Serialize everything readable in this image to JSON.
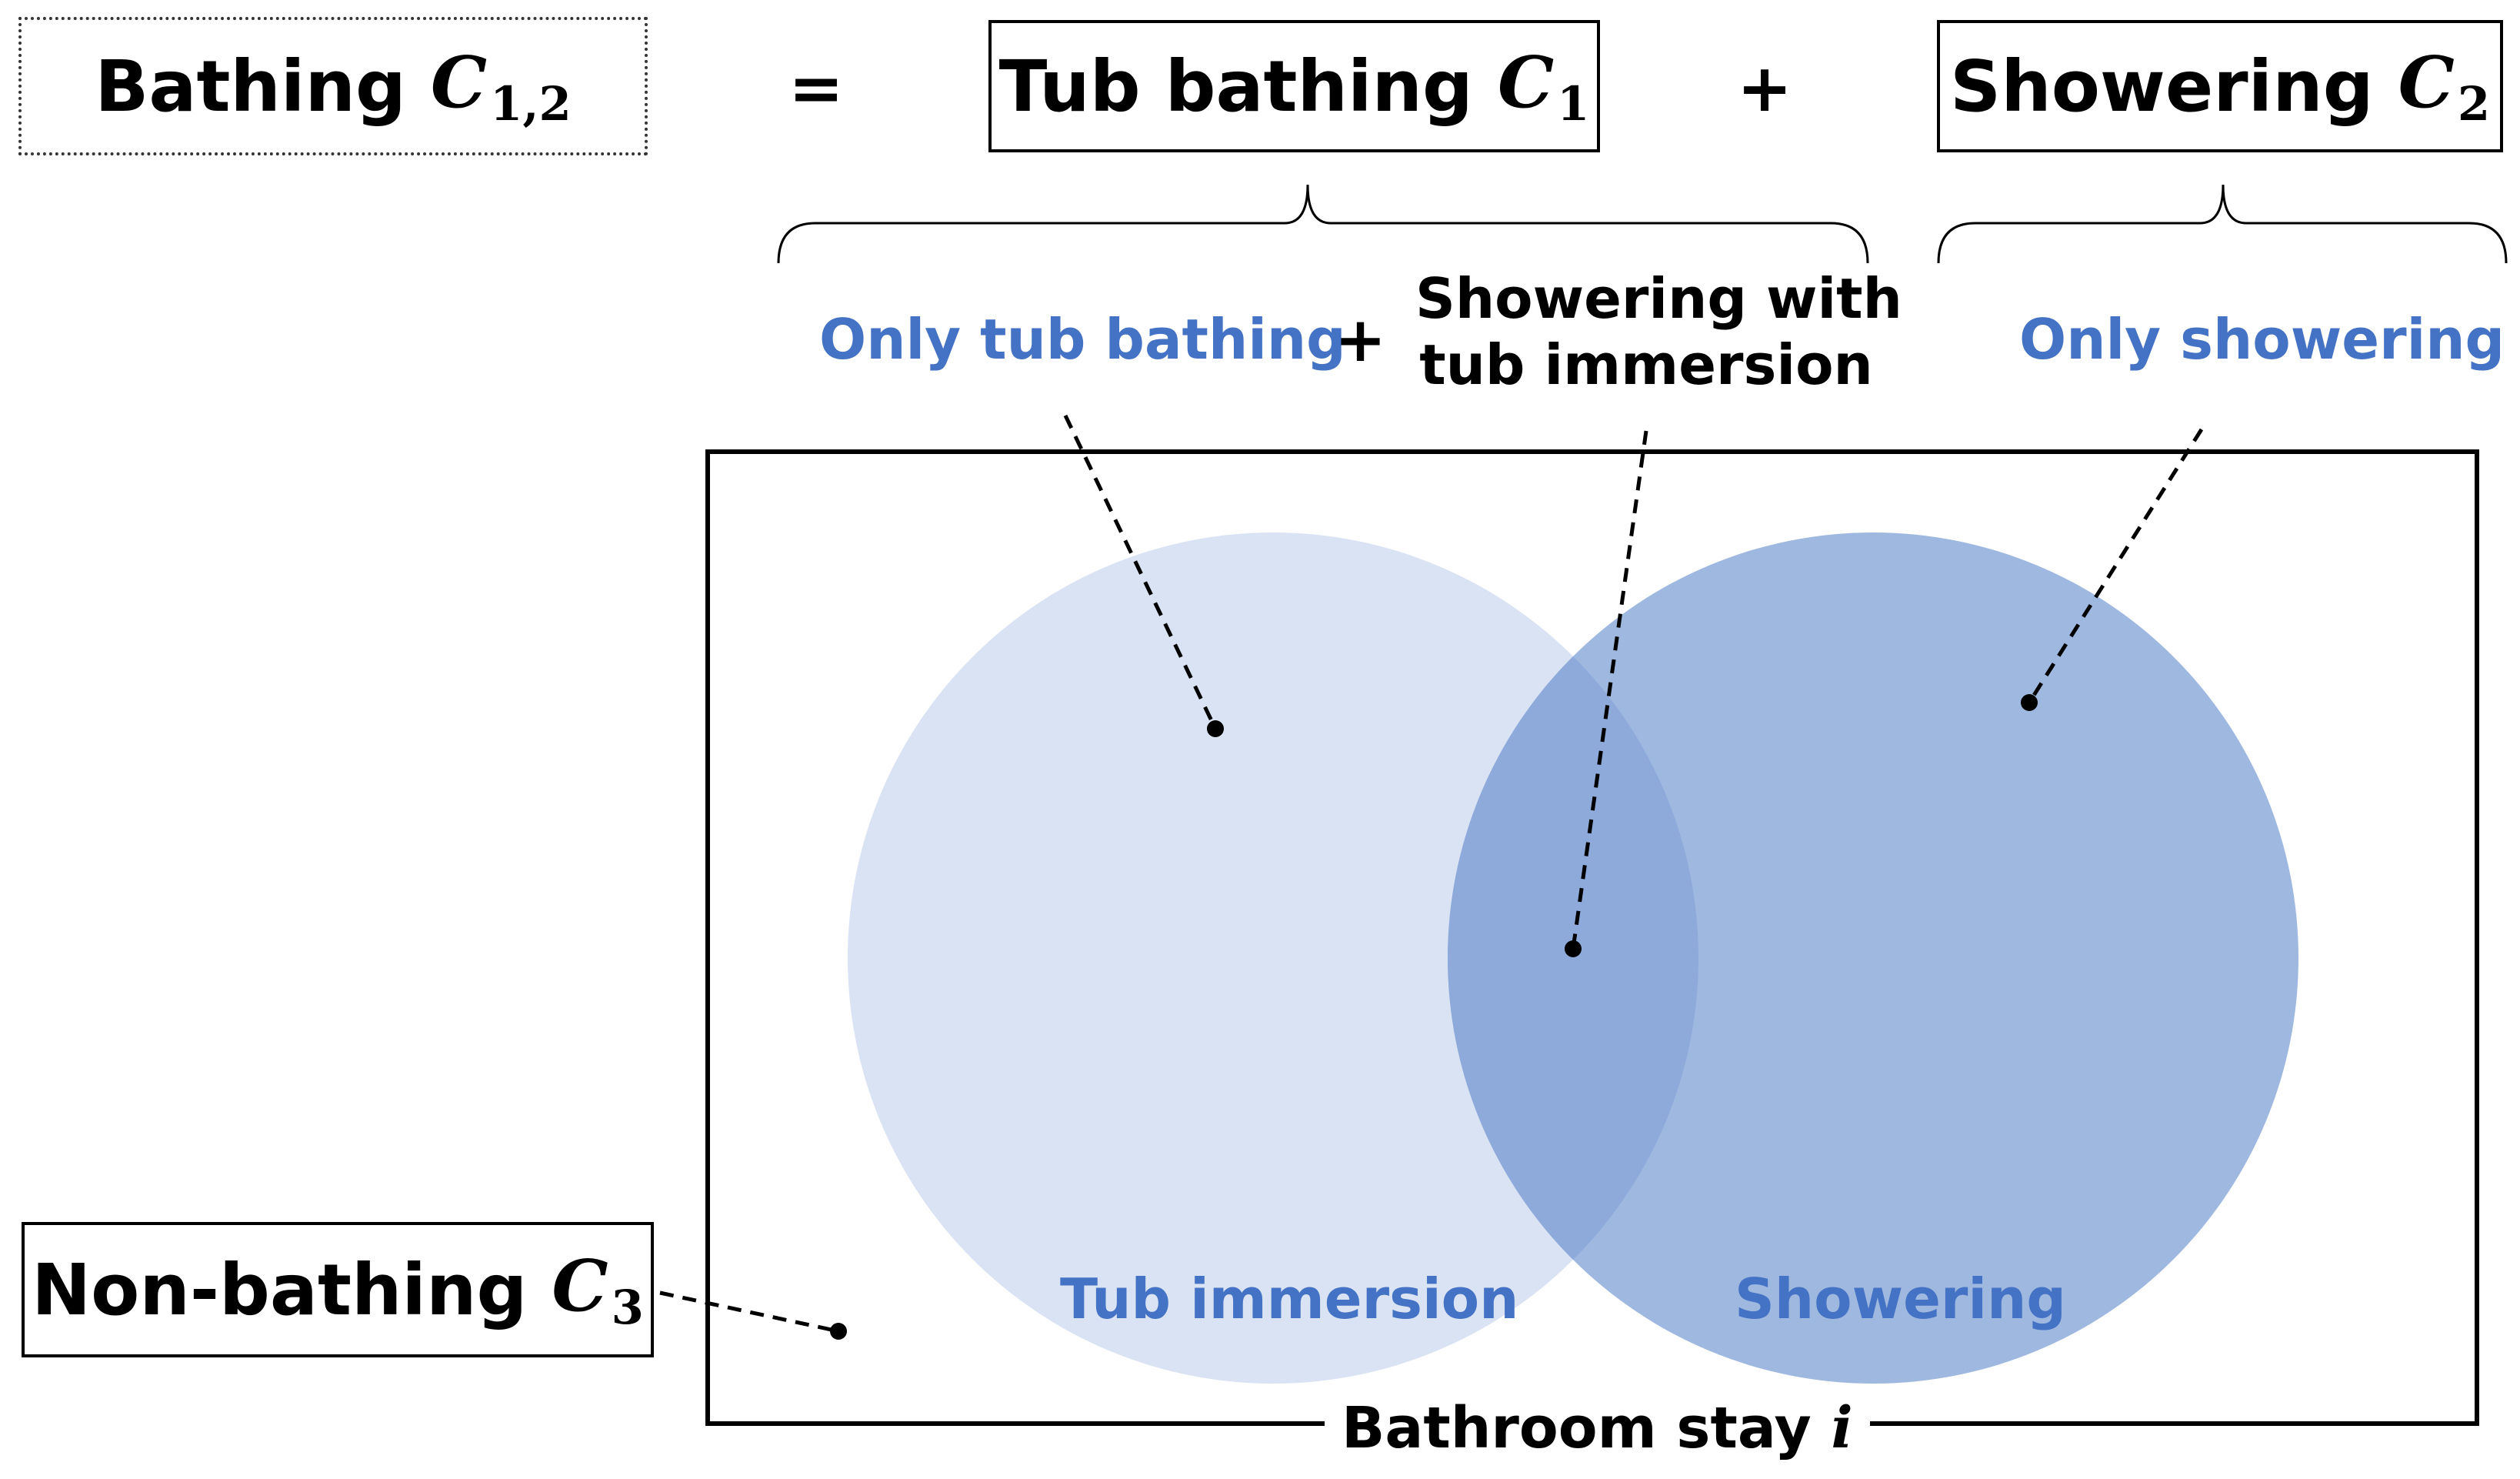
{
  "top": {
    "bathing": {
      "label": "Bathing",
      "var": "C",
      "sub": "1,2"
    },
    "equals": "=",
    "tub_bathing": {
      "label": "Tub bathing",
      "var": "C",
      "sub": "1"
    },
    "plus": "+",
    "showering": {
      "label": "Showering",
      "var": "C",
      "sub": "2"
    }
  },
  "subsets": {
    "only_tub": "Only tub bathing",
    "plus": "+",
    "showering_with_tub_line1": "Showering with",
    "showering_with_tub_line2": "tub immersion",
    "only_shower": "Only showering"
  },
  "venn": {
    "tub_immersion": "Tub immersion",
    "showering": "Showering",
    "frame_label": "Bathroom stay",
    "frame_var": "i",
    "colors": {
      "tub": "#dae3f3",
      "shower": "#9fb8e0",
      "overlap": "#8eaadb",
      "text": "#4472c4"
    }
  },
  "non_bathing": {
    "label": "Non-bathing",
    "var": "C",
    "sub": "3"
  }
}
